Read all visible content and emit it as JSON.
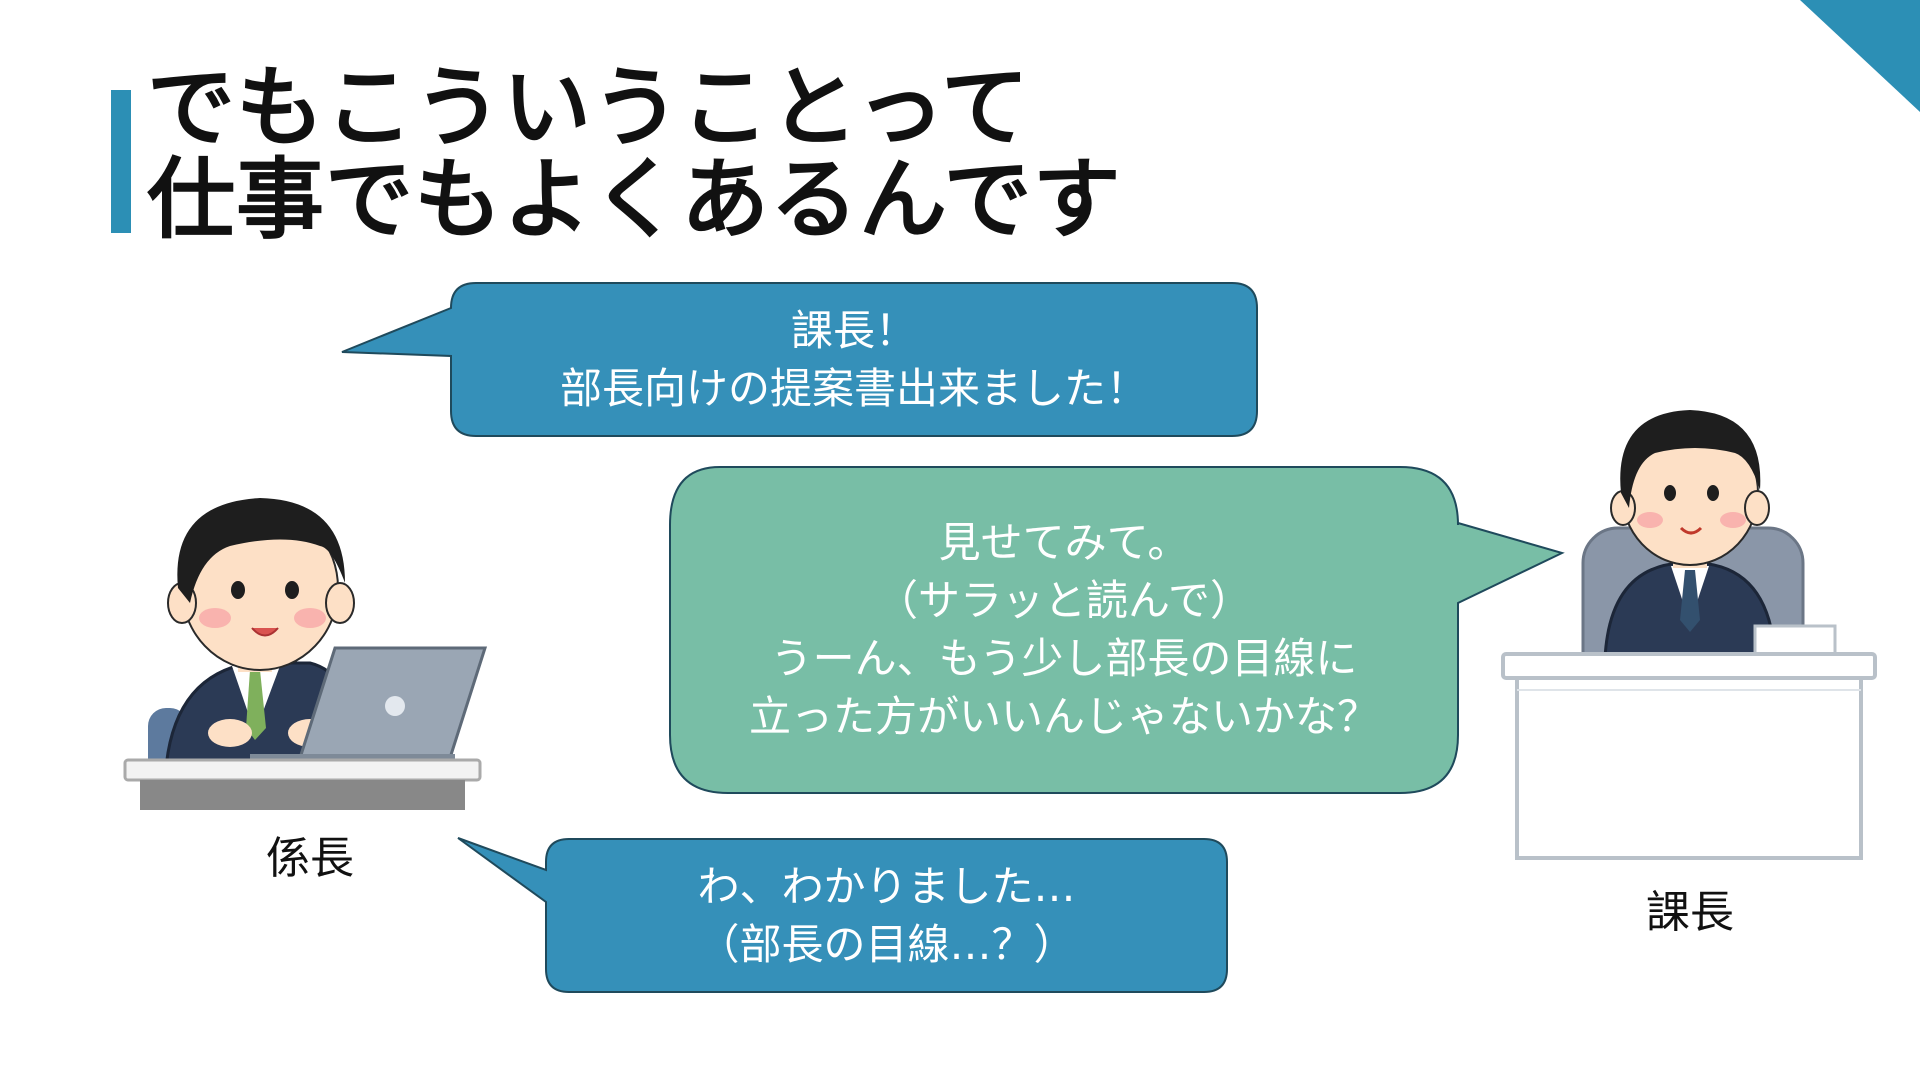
{
  "title": {
    "line1": "でもこういうことって",
    "line2": "仕事でもよくあるんです"
  },
  "bubbles": {
    "subordinate_first": {
      "line1": "課長！",
      "line2": "部長向けの提案書出来ました！"
    },
    "manager_reply": {
      "line1": "見せてみて。",
      "line2": "（サラッと読んで）",
      "line3": "うーん、もう少し部長の目線に",
      "line4": "立った方がいいんじゃないかな？"
    },
    "subordinate_second": {
      "line1": "わ、わかりました…",
      "line2": "（部長の目線…？）"
    }
  },
  "people": {
    "left_label": "係長",
    "right_label": "課長"
  },
  "colors": {
    "accent": "#2c8fb5",
    "blue_bubble": "#3590b9",
    "green_bubble": "#78bea6",
    "bubble_border": "#1f4a5c",
    "suit": "#2b3a55",
    "desk_gray": "#888888"
  },
  "icons": [
    "businessman-at-laptop-illustration",
    "manager-at-desk-illustration"
  ]
}
